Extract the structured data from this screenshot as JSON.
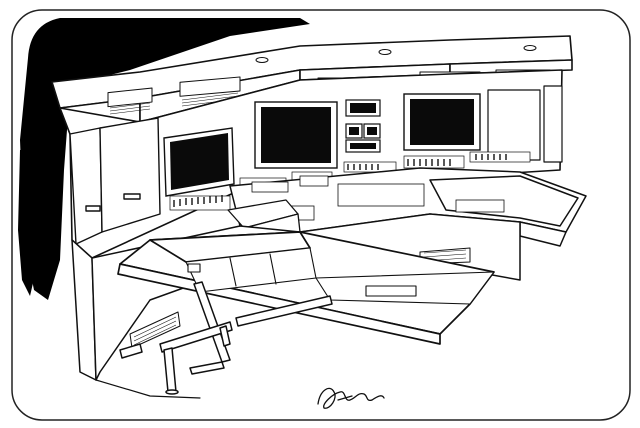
{
  "artwork": {
    "subject": "starship-bridge-console-line-drawing",
    "colors": {
      "ink": "#111111",
      "paper": "#ffffff",
      "screen": "#0a0a0a",
      "shadow": "#000000"
    }
  },
  "signature": {
    "text": "Jeff '08",
    "kind": "handwritten-signature"
  }
}
